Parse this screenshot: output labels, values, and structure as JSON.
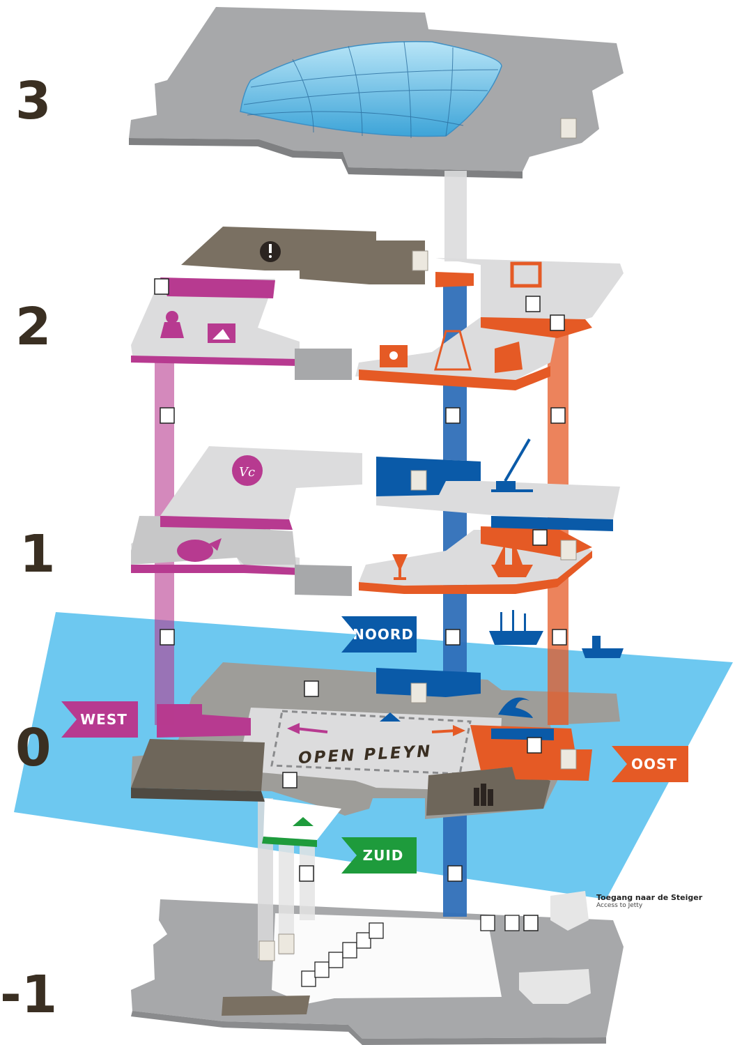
{
  "floors": {
    "f3": "3",
    "f2": "2",
    "f1": "1",
    "f0": "0",
    "fm1": "-1"
  },
  "wings": {
    "west": "WEST",
    "oost": "OOST",
    "noord": "NOORD",
    "zuid": "ZUID"
  },
  "plaza": "OPEN PLEYN",
  "jetty": {
    "title": "Toegang naar de Steiger",
    "subtitle": "Access to Jetty"
  },
  "colors": {
    "west": "#b73a90",
    "oost": "#e55a25",
    "noord": "#0a5aa8",
    "zuid": "#1e9b3c",
    "floor": "#a7a8aa",
    "light": "#dcdcdd",
    "brown": "#7a7062",
    "water": "#6dc8f0",
    "glass": "#59b7e3"
  },
  "icons": {
    "elevator": "elevator-icon",
    "toilets": "toilet-icon",
    "wheelchair": "wheelchair-icon",
    "info": "info-icon",
    "restaurant": "restaurant-icon",
    "shop": "shop-icon",
    "stairs": "stairs-icon"
  }
}
